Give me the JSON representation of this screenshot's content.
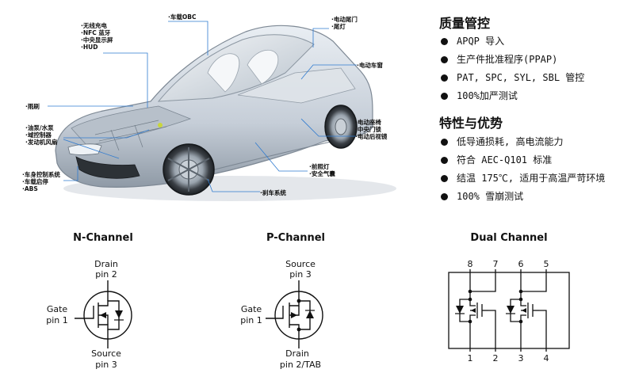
{
  "car_labels": {
    "wireless": [
      "·无线充电",
      "·NFC 蓝牙",
      "·中央显示屏",
      "·HUD"
    ],
    "obc": [
      "·车载OBC"
    ],
    "tailgate": [
      "·电动尾门",
      "·尾灯"
    ],
    "window": [
      "·电动车窗"
    ],
    "wiper": [
      "·雨刷"
    ],
    "pumps": [
      "·油泵/水泵",
      "·域控制器",
      "·发动机风扇"
    ],
    "seats": [
      "·电动座椅",
      "·中央门锁",
      "·电动后视镜"
    ],
    "body": [
      "·车身控制系统",
      "·车载启停",
      "·ABS"
    ],
    "lamp": [
      "·前照灯",
      "·安全气囊"
    ],
    "brake": [
      "·刹车系统"
    ]
  },
  "quality": {
    "title": "质量管控",
    "items": [
      "APQP 导入",
      "生产件批准程序(PPAP)",
      "PAT, SPC, SYL, SBL 管控",
      "100%加严测试"
    ]
  },
  "features": {
    "title": "特性与优势",
    "items": [
      "低导通损耗, 高电流能力",
      "符合 AEC-Q101 标准",
      "结温 175℃, 适用于高温严苛环境",
      "100% 雪崩测试"
    ]
  },
  "n_channel": {
    "title": "N-Channel",
    "drain": [
      "Drain",
      "pin 2"
    ],
    "gate": [
      "Gate",
      "pin 1"
    ],
    "source": [
      "Source",
      "pin 3"
    ]
  },
  "p_channel": {
    "title": "P-Channel",
    "source": [
      "Source",
      "pin 3"
    ],
    "gate": [
      "Gate",
      "pin 1"
    ],
    "drain": [
      "Drain",
      "pin 2/TAB"
    ]
  },
  "dual_channel": {
    "title": "Dual Channel",
    "top_pins": [
      "8",
      "7",
      "6",
      "5"
    ],
    "bottom_pins": [
      "1",
      "2",
      "3",
      "4"
    ]
  }
}
